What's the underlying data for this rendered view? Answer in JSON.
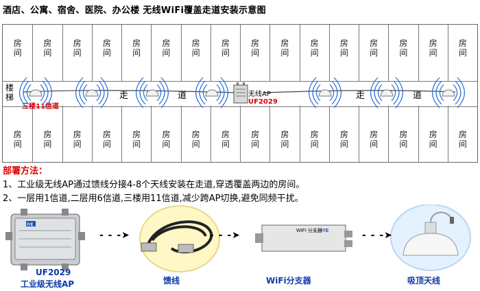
{
  "title": "酒店、公寓、宿舍、医院、办公楼  无线WiFi覆盖走道安装示意图",
  "plan": {
    "room_char1": "房",
    "room_char2": "间",
    "corridor_chars": [
      "走",
      "道",
      "走",
      "道"
    ],
    "stairs": "楼梯",
    "stairs_note": "三楼11信道",
    "ap_name": "无线AP",
    "ap_model": "UF2029",
    "top_room_count": 16,
    "bottom_room_count": 16
  },
  "deploy_heading": "部署方法：",
  "notes": [
    "1、工业级无线AP通过馈线分接4-8个天线安装在走道,穿透覆盖两边的房间。",
    "2、一层用1信道,二层用6信道,三楼用11信道,减少跨AP切换,避免同频干扰。"
  ],
  "products": {
    "ap_model": "UF2029",
    "ap_name": "工业级无线AP",
    "cable": "馈线",
    "splitter": "WiFi分支器",
    "antenna": "吸顶天线",
    "ap_brand": "IYE",
    "splitter_brand": "IYE",
    "splitter_text": "WIFI 分支器"
  },
  "colors": {
    "accent_red": "#dd0000",
    "caption_blue": "#0a3aa6",
    "wave_blue": "#2a6fd6"
  }
}
